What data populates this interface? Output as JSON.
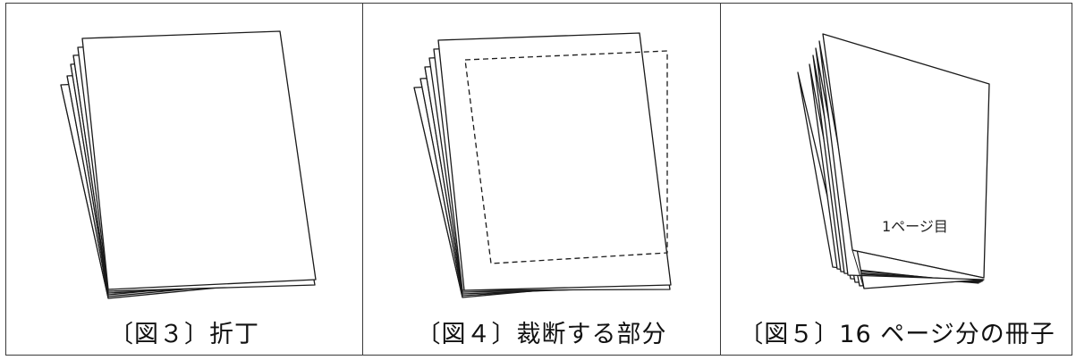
{
  "panels": [
    {
      "caption": "〔図３〕折丁"
    },
    {
      "caption": "〔図４〕裁断する部分"
    },
    {
      "caption": "〔図５〕16 ページ分の冊子",
      "page_label": "1ページ目"
    }
  ]
}
